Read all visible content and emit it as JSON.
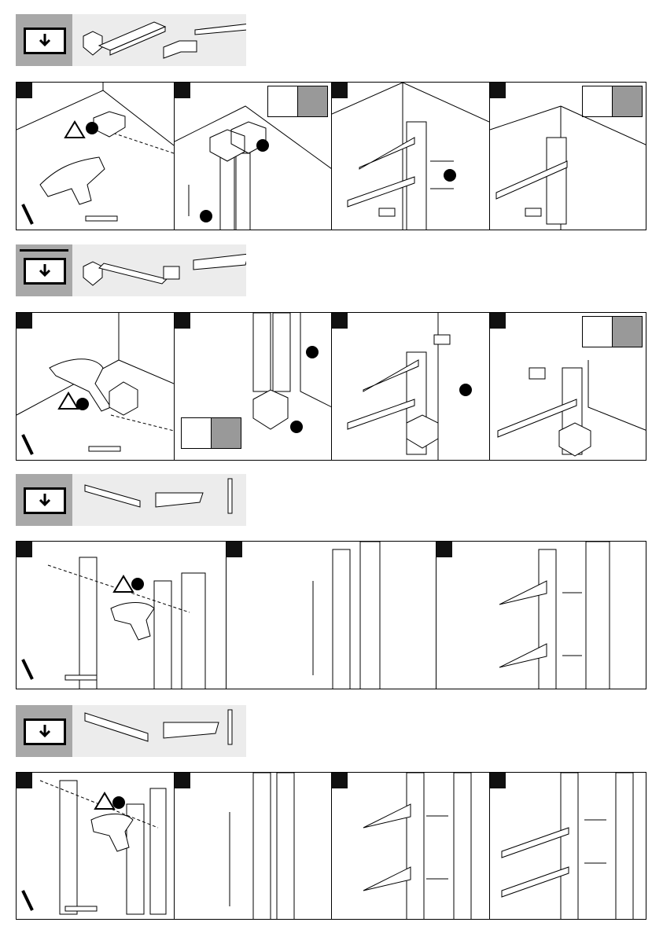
{
  "sections": [
    {
      "header_icon": "download-arrow-icon",
      "panels": 4
    },
    {
      "header_icon": "download-arrow-icon",
      "panels": 4
    },
    {
      "header_icon": "download-arrow-icon",
      "panels": 3
    },
    {
      "header_icon": "download-arrow-icon",
      "panels": 4
    }
  ],
  "colors": {
    "header_bg": "#ececec",
    "arrow_box": "#a8a8a8",
    "ink": "#000000",
    "step_badge": "#111111",
    "tool_gray": "#999999"
  },
  "icons": [
    "warning-triangle-icon",
    "drill-icon",
    "drill-bit-icon",
    "anchor-bolt-icon",
    "hex-key-icon",
    "socket-bit-icon"
  ]
}
